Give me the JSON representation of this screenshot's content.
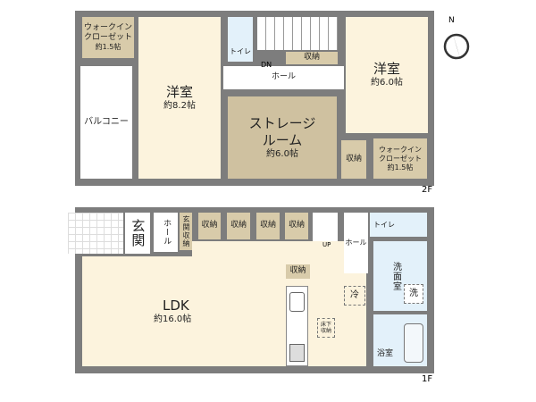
{
  "floor2": {
    "label": "2F",
    "wic1": {
      "name": "ウォークイン\nクローゼット",
      "size": "約1.5帖"
    },
    "balcony": "バルコニー",
    "room1": {
      "name": "洋室",
      "size": "約8.2帖"
    },
    "toilet": "トイレ",
    "dn": "DN",
    "storage_small": "収納",
    "hall": "ホール",
    "storage_room": {
      "name": "ストレージ\nルーム",
      "size": "約6.0帖"
    },
    "storage_small2": "収納",
    "room2": {
      "name": "洋室",
      "size": "約6.0帖"
    },
    "wic2": {
      "name": "ウォークイン\nクローゼット",
      "size": "約1.5帖"
    }
  },
  "floor1": {
    "label": "1F",
    "entrance": "玄関",
    "hall_left": "ホール",
    "entrance_storage": "玄関収納",
    "storages": [
      "収納",
      "収納",
      "収納",
      "収納"
    ],
    "up": "UP",
    "ldk": {
      "name": "LDK",
      "size": "約16.0帖"
    },
    "kitchen_storage": "収納",
    "fridge": "冷",
    "underfloor": "床下\n収納",
    "hall_right": "ホール",
    "toilet": "トイレ",
    "washroom": "洗面室",
    "washer": "洗",
    "bath": "浴室"
  },
  "compass": {
    "label": "N"
  }
}
